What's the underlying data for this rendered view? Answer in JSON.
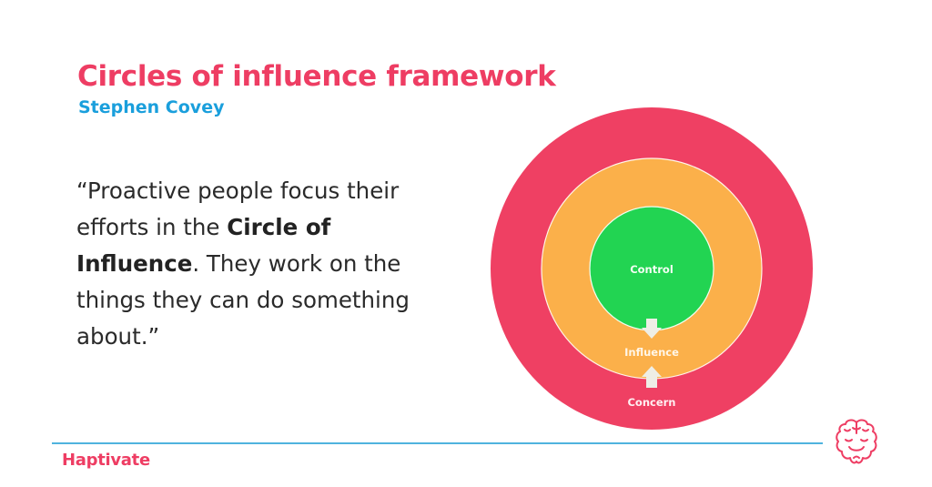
{
  "header": {
    "title": "Circles of influence framework",
    "subtitle": "Stephen Covey"
  },
  "quote": {
    "open_mark": "“",
    "part1": "Proactive people focus their efforts in the ",
    "emphasis": "Circle of Influence",
    "part2": ". They work on the things they can do something about.",
    "close_mark": "”"
  },
  "diagram": {
    "circles": [
      {
        "label": "Concern",
        "color": "#ef4063",
        "radius": 177
      },
      {
        "label": "Influence",
        "color": "#fbb04a",
        "radius": 121
      },
      {
        "label": "Control",
        "color": "#22d452",
        "radius": 68
      }
    ],
    "arrows": [
      {
        "direction": "down",
        "from": "Control",
        "to": "Influence"
      },
      {
        "direction": "up",
        "from": "Concern",
        "to": "Influence"
      }
    ],
    "arrow_color": "#eeeee6"
  },
  "footer": {
    "brand": "Haptivate",
    "logo_icon": "smiling-brain-icon",
    "divider_color": "#4fb3de",
    "brand_color": "#ee3d63"
  }
}
